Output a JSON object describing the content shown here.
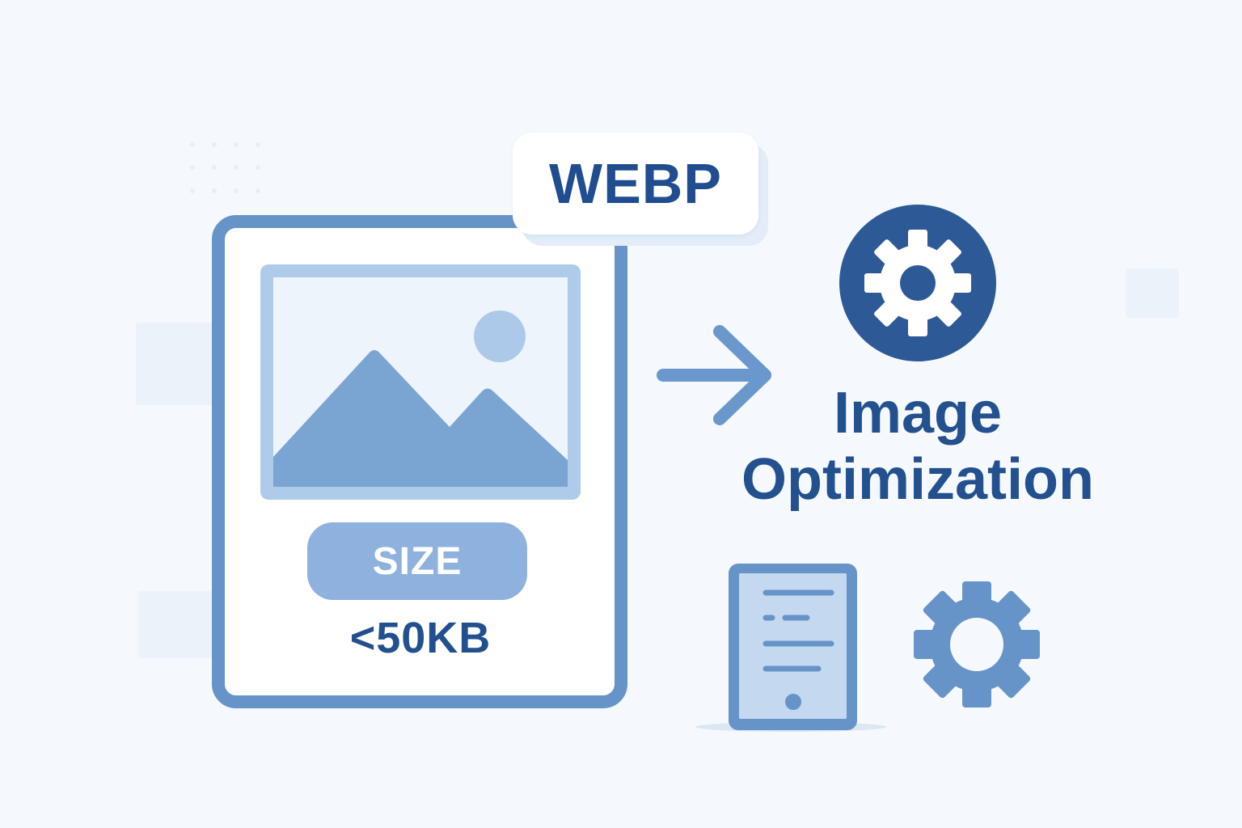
{
  "badge": {
    "label": "WEBP"
  },
  "card": {
    "size_label": "SIZE",
    "size_value": "<50KB"
  },
  "title": {
    "line1": "Image",
    "line2": "Optimization"
  },
  "icons": {
    "image_placeholder": "image-icon",
    "arrow": "arrow-right-icon",
    "settings_circle": "gear-icon",
    "document": "tablet-document-icon",
    "settings": "gear-icon"
  },
  "colors": {
    "background": "#f5f9fd",
    "primary_dark": "#23508f",
    "primary": "#6794c8",
    "primary_light": "#aecbea",
    "pill": "#8eb1de",
    "circle": "#2d5a96"
  }
}
